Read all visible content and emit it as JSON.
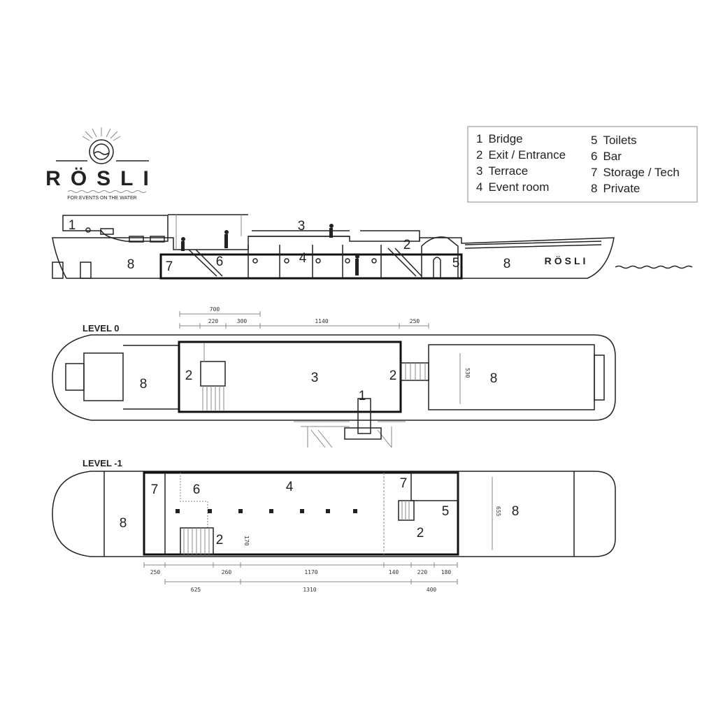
{
  "logo": {
    "name": "RÖSLI",
    "tagline": "FOR EVENTS ON THE WATER"
  },
  "legend": [
    {
      "num": "1",
      "label": "Bridge"
    },
    {
      "num": "2",
      "label": "Exit / Entrance"
    },
    {
      "num": "3",
      "label": "Terrace"
    },
    {
      "num": "4",
      "label": "Event room"
    },
    {
      "num": "5",
      "label": "Toilets"
    },
    {
      "num": "6",
      "label": "Bar"
    },
    {
      "num": "7",
      "label": "Storage / Tech"
    },
    {
      "num": "8",
      "label": "Private"
    }
  ],
  "side_view": {
    "hull_name": "RÖSLI",
    "labels": [
      "1",
      "8",
      "7",
      "6",
      "3",
      "4",
      "2",
      "5",
      "8"
    ]
  },
  "level0": {
    "title": "LEVEL 0",
    "dims_top": [
      "700"
    ],
    "dims_row": [
      "220",
      "300",
      "1140",
      "250"
    ],
    "dim_vertical": "530",
    "labels": {
      "private_left": "8",
      "exit_left": "2",
      "terrace": "3",
      "exit_right": "2",
      "bridge": "1",
      "private_right": "8"
    }
  },
  "level_minus1": {
    "title": "LEVEL -1",
    "dims_row1": [
      "250",
      "260",
      "1170",
      "140",
      "220",
      "180"
    ],
    "dims_row2": [
      "625",
      "1310",
      "400"
    ],
    "dim_vertical_left": "170",
    "dim_vertical_right": "655",
    "labels": {
      "private_left": "8",
      "storage_left": "7",
      "bar": "6",
      "event_room": "4",
      "exit_left": "2",
      "storage_right": "7",
      "exit_right": "2",
      "toilets": "5",
      "private_right": "8"
    }
  }
}
